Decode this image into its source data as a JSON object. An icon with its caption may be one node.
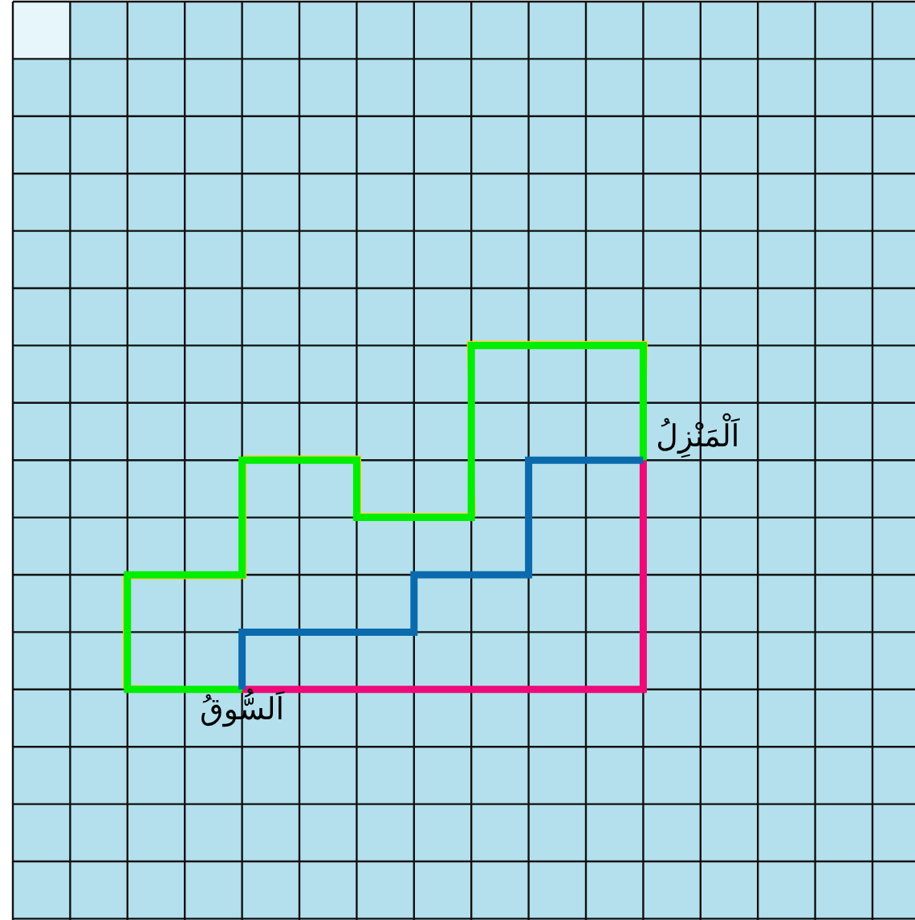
{
  "diagram": {
    "nodes": [
      {
        "text": [
          "اَلْمَنْزِلُ"
        ]
      },
      {
        "text": [
          "اَلسُّوقُ"
        ]
      }
    ],
    "edges": [
      {
        "from": 1,
        "to": 0,
        "arrow": "none",
        "color": "#ffcc00"
      },
      {
        "from": 1,
        "to": 0,
        "arrow": "none",
        "color": "#00ee00"
      },
      {
        "from": 1,
        "to": 0,
        "arrow": "none",
        "color": "#0a6aad"
      },
      {
        "from": 1,
        "to": 0,
        "arrow": "none",
        "color": "#ee0a78"
      }
    ]
  }
}
